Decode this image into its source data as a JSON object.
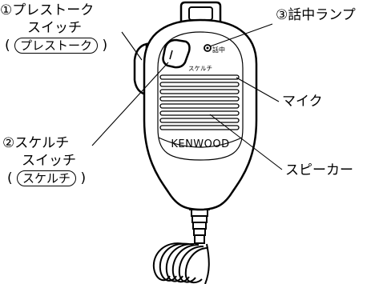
{
  "labels": {
    "ptt": {
      "line1": "①プレストーク",
      "line2": "スイッチ",
      "paren_open": "(",
      "chip": "プレストーク",
      "paren_close": ")"
    },
    "squelch": {
      "line1": "②スケルチ",
      "line2": "スイッチ",
      "paren_open": "(",
      "chip": "スケルチ",
      "paren_close": ")"
    },
    "busy_lamp": "③話中ランプ",
    "mic": "マイク",
    "speaker": "スピーカー"
  },
  "device": {
    "brand": "KENWOOD",
    "lamp_label": "話中",
    "squelch_label": "スケルチ"
  }
}
